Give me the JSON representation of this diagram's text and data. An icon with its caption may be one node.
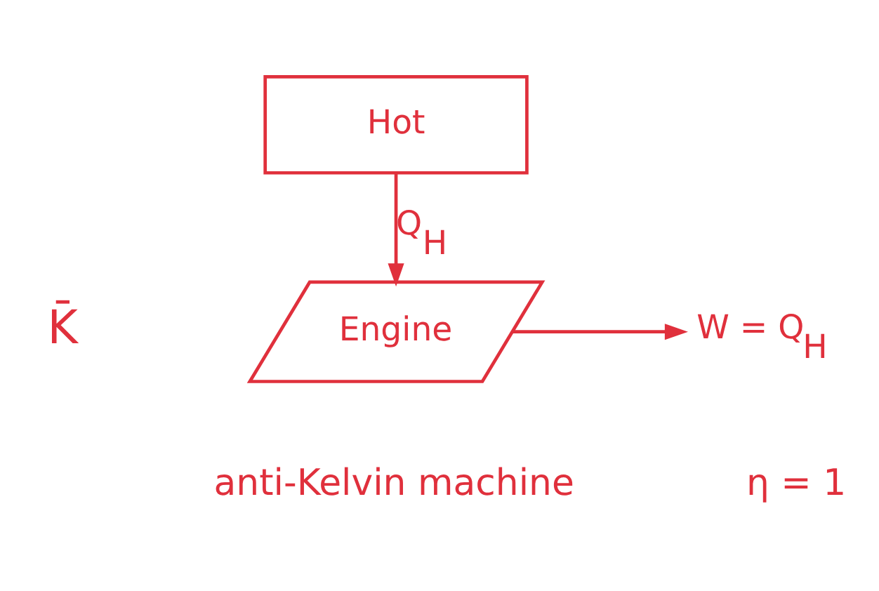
{
  "diagram": {
    "nodes": [
      {
        "text": [
          "Hot"
        ]
      },
      {
        "text": [
          "Engine"
        ]
      },
      {
        "text": [
          "W = Q$_{H}$"
        ]
      }
    ],
    "edges": [
      {
        "from": 0,
        "to": 1,
        "arrow": "to",
        "label": "Q$_{H}$"
      },
      {
        "from": 1,
        "to": 2,
        "arrow": "to"
      }
    ],
    "labels": [
      "K̄",
      "anti-Kelvin machine",
      "η = 1"
    ]
  }
}
